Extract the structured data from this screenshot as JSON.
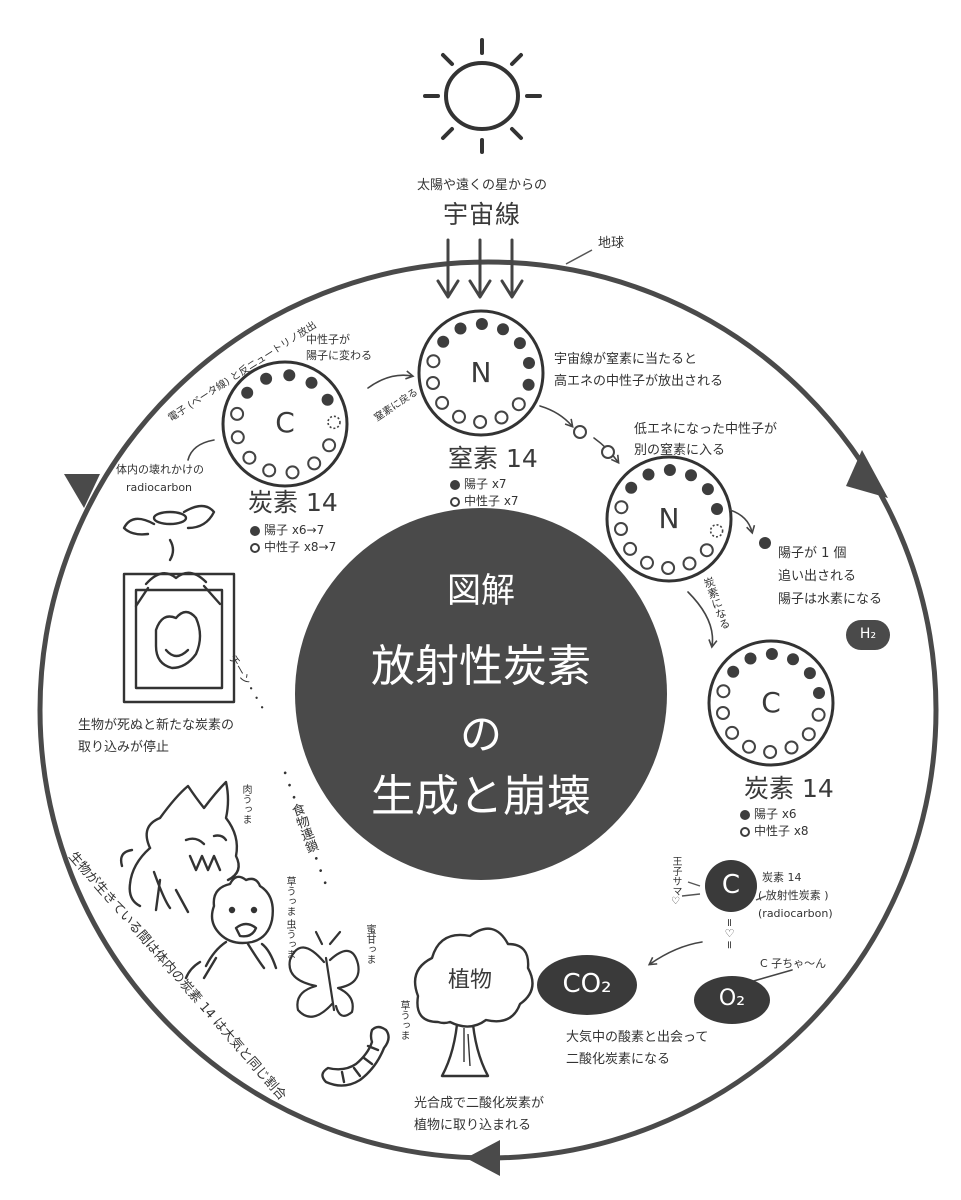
{
  "sun": {
    "caption": "太陽や遠くの星からの",
    "title": "宇宙線"
  },
  "earth_label": "地球",
  "center": {
    "line1": "図解",
    "line2": "放射性炭素",
    "line3": "の",
    "line4": "生成と崩壊"
  },
  "nitrogen_top": {
    "symbol": "N",
    "name": "窒素 14",
    "protons": "陽子 x7",
    "neutrons": "中性子 x7",
    "note1": "宇宙線が窒素に当たると",
    "note2": "高エネの中性子が放出される"
  },
  "neutron_move": {
    "line1": "低エネになった中性子が",
    "line2": "別の窒素に入る"
  },
  "nitrogen_right": {
    "symbol": "N"
  },
  "proton_out": {
    "line1": "陽子が 1 個",
    "line2": "追い出される",
    "line3": "陽子は水素になる",
    "h2": "H₂"
  },
  "to_carbon": "炭素になる",
  "carbon_right": {
    "symbol": "C",
    "name": "炭素 14",
    "protons": "陽子 x6",
    "neutrons": "中性子 x8"
  },
  "radiocarbon": {
    "symbol": "C",
    "title": "炭素 14",
    "paren": "( 放射性炭素 )",
    "en": "(radiocarbon)",
    "prince": "王子サマ♡",
    "heart": "=♡=",
    "o2": "O₂",
    "co2": "CO₂",
    "o2_nickname": "C 子ちゃ〜ん",
    "meets1": "大気中の酸素と出会って",
    "meets2": "二酸化炭素になる"
  },
  "plant": {
    "label": "植物",
    "note1": "光合成で二酸化炭素が",
    "note2": "植物に取り込まれる"
  },
  "food_chain": {
    "title": "・・・食物連鎖・・・",
    "meat": "肉うっま",
    "grass_pig": "草うっま 虫うっま",
    "nectar": "蜜甘っま",
    "grass_worm": "草うっま"
  },
  "alive_note": "生物が生きている間は体内の炭素 14 は大気と同じ割合",
  "death": {
    "line1": "生物が死ぬと新たな炭素の",
    "line2": "取り込みが停止",
    "chin": "チーン・・・"
  },
  "decay": {
    "line1": "体内の壊れかけの",
    "line2": "radiocarbon"
  },
  "carbon_left": {
    "symbol": "C",
    "name": "炭素 14",
    "protons": "陽子 x6→7",
    "neutrons": "中性子 x8→7",
    "change1": "中性子が",
    "change2": "陽子に変わる",
    "back": "窒素に戻る",
    "emission": "電子 (ベータ線) と反ニュートリノ放出"
  }
}
